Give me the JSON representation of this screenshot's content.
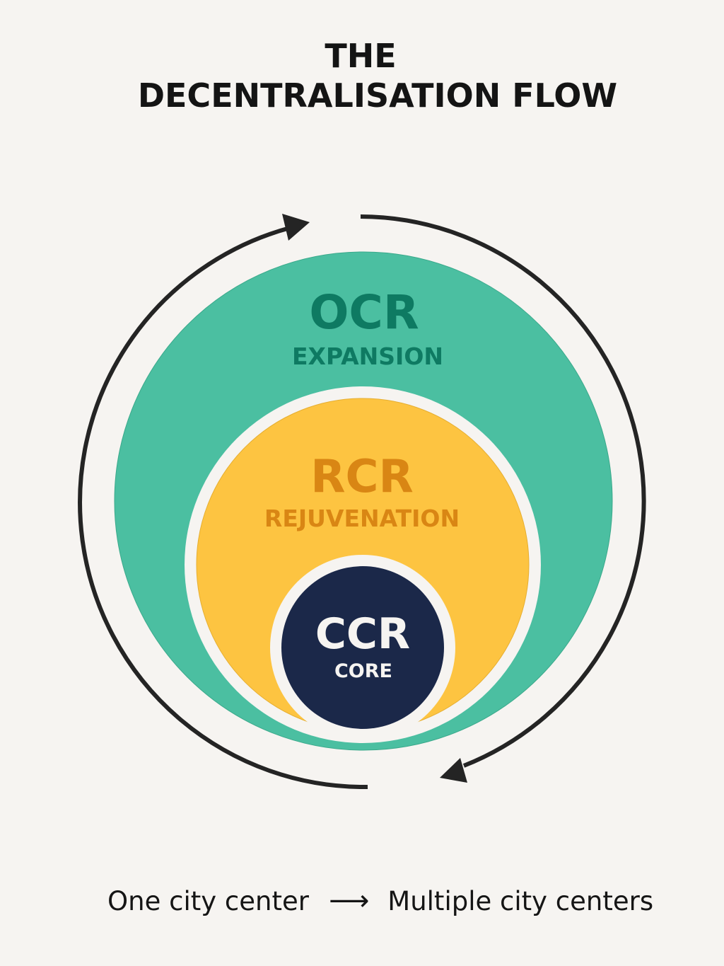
{
  "title": {
    "line1": "THE",
    "line2": "DECENTRALISATION FLOW"
  },
  "rings": [
    {
      "id": "ocr",
      "code": "OCR",
      "label": "EXPANSION",
      "fill": "#4bbfa1",
      "text_color": "#0e7a62"
    },
    {
      "id": "rcr",
      "code": "RCR",
      "label": "REJUVENATION",
      "fill": "#fdc441",
      "text_color": "#d98614"
    },
    {
      "id": "ccr",
      "code": "CCR",
      "label": "CORE",
      "fill": "#1b2849",
      "text_color": "#f6f4f1"
    }
  ],
  "cycle_arrows": {
    "direction": "clockwise",
    "color": "#242424"
  },
  "footer": {
    "from": "One city center",
    "arrow": "⟶",
    "to": "Multiple city centers"
  },
  "background": "#f6f4f1"
}
